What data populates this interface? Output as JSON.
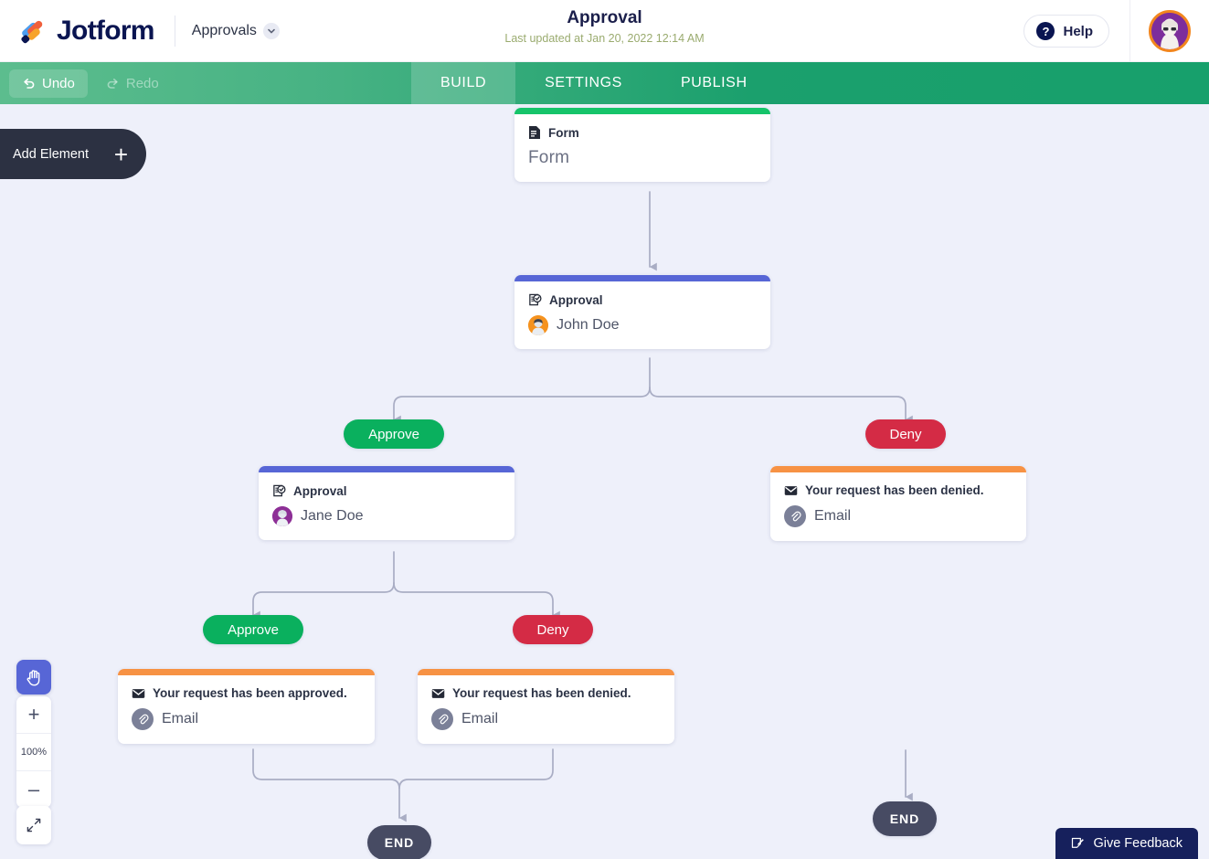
{
  "header": {
    "brand": "Jotform",
    "logo_icon": "jotform-logo-icon",
    "product_selector": {
      "label": "Approvals",
      "icon": "chevron-down-icon"
    },
    "title": "Approval",
    "subtitle": "Last updated at Jan 20, 2022 12:14 AM",
    "help": {
      "label": "Help",
      "icon": "question-mark-icon"
    },
    "avatar_icon": "user-avatar"
  },
  "toolbar": {
    "undo": {
      "label": "Undo",
      "icon": "undo-arrow-icon",
      "enabled": true
    },
    "redo": {
      "label": "Redo",
      "icon": "redo-arrow-icon",
      "enabled": false
    },
    "tabs": [
      {
        "label": "BUILD",
        "active": true
      },
      {
        "label": "SETTINGS",
        "active": false
      },
      {
        "label": "PUBLISH",
        "active": false
      }
    ]
  },
  "canvas": {
    "add_element": {
      "label": "Add Element",
      "icon": "plus-icon"
    },
    "nodes": [
      {
        "id": "form",
        "type": "Form",
        "icon": "document-icon",
        "title": "Form",
        "value": "Form",
        "bar_color": "#16c46a"
      },
      {
        "id": "approval-1",
        "type": "Approval",
        "icon": "clipboard-check-icon",
        "title": "Approval",
        "assignee": "John Doe",
        "avatar_color": "#f5921e",
        "bar_color": "#5766d6"
      },
      {
        "id": "approval-2",
        "type": "Approval",
        "icon": "clipboard-check-icon",
        "title": "Approval",
        "assignee": "Jane Doe",
        "avatar_color": "#8d2f96",
        "bar_color": "#5766d6"
      },
      {
        "id": "email-denied-right",
        "type": "Email",
        "icon": "envelope-icon",
        "title": "Your request has been denied.",
        "value": "Email",
        "bar_color": "#f79244"
      },
      {
        "id": "email-approved",
        "type": "Email",
        "icon": "envelope-icon",
        "title": "Your request has been approved.",
        "value": "Email",
        "bar_color": "#f79244"
      },
      {
        "id": "email-denied-left",
        "type": "Email",
        "icon": "envelope-icon",
        "title": "Your request has been denied.",
        "value": "Email",
        "bar_color": "#f79244"
      }
    ],
    "branch_labels": {
      "approve_1": "Approve",
      "deny_1": "Deny",
      "approve_2": "Approve",
      "deny_2": "Deny"
    },
    "end_nodes": {
      "end_right": "END",
      "end_bottom": "END"
    },
    "colors": {
      "approve": "#0ab05e",
      "deny": "#d42b45",
      "end": "#474b63",
      "connector": "#a9adc4",
      "background": "#eef0fa"
    }
  },
  "zoom_controls": {
    "pan_tool": {
      "icon": "hand-icon",
      "active": true
    },
    "zoom_in": "+",
    "level": "100%",
    "zoom_out": "–",
    "fit_screen_icon": "fit-to-screen-icon"
  },
  "feedback": {
    "label": "Give Feedback",
    "icon": "feedback-pencil-icon"
  }
}
